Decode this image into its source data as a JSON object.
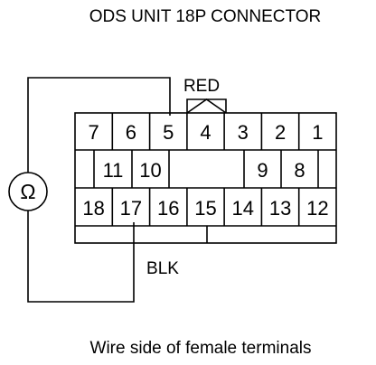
{
  "title": "ODS UNIT 18P CONNECTOR",
  "caption": "Wire side of female terminals",
  "wire_labels": {
    "red": "RED",
    "black": "BLK"
  },
  "meter": {
    "symbol": "Ω",
    "icon": "ohmmeter-icon"
  },
  "pins": {
    "row1": [
      "7",
      "6",
      "5",
      "4",
      "3",
      "2",
      "1"
    ],
    "row2": [
      "11",
      "10",
      "9",
      "8"
    ],
    "row3": [
      "18",
      "17",
      "16",
      "15",
      "14",
      "13",
      "12"
    ]
  },
  "colors": {
    "line": "#000000",
    "background": "#ffffff"
  }
}
